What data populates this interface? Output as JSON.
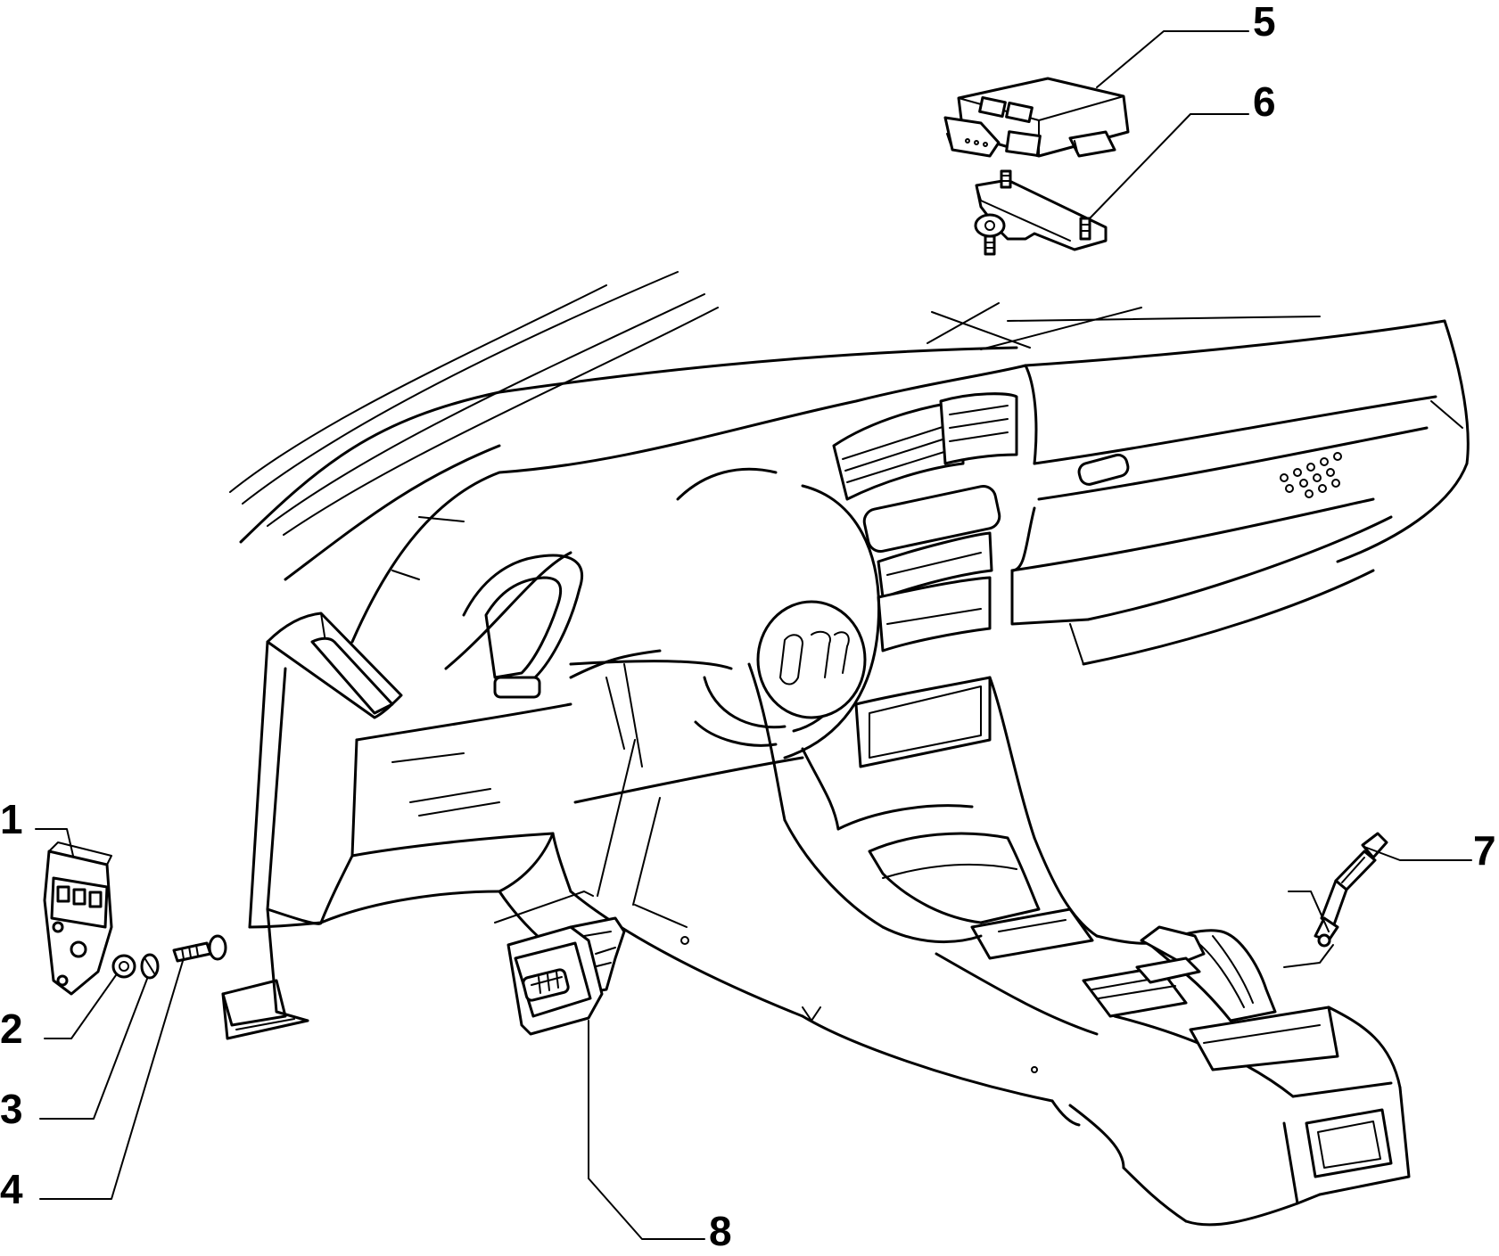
{
  "diagram": {
    "callouts": [
      {
        "id": "1",
        "label": "1",
        "part": "bracket"
      },
      {
        "id": "2",
        "label": "2",
        "part": "nut"
      },
      {
        "id": "3",
        "label": "3",
        "part": "washer"
      },
      {
        "id": "4",
        "label": "4",
        "part": "screw"
      },
      {
        "id": "5",
        "label": "5",
        "part": "control-unit"
      },
      {
        "id": "6",
        "label": "6",
        "part": "mounting-plate"
      },
      {
        "id": "7",
        "label": "7",
        "part": "switch-sensor"
      },
      {
        "id": "8",
        "label": "8",
        "part": "switch-button"
      }
    ]
  }
}
